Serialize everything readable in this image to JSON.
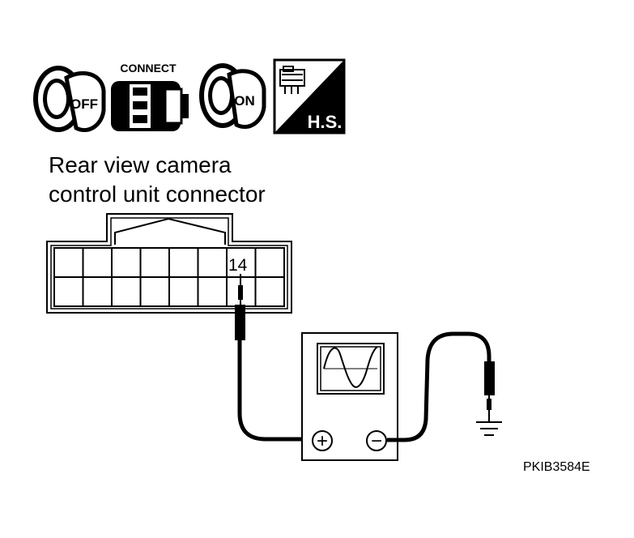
{
  "icons": {
    "off_label": "OFF",
    "connect_label": "CONNECT",
    "on_label": "ON",
    "hs_label": "H.S."
  },
  "caption": {
    "line1": "Rear view camera",
    "line2": "control unit connector"
  },
  "connector": {
    "pin_label": "14"
  },
  "oscilloscope": {
    "positive_symbol": "+",
    "negative_symbol": "−"
  },
  "figure_code": "PKIB3584E"
}
